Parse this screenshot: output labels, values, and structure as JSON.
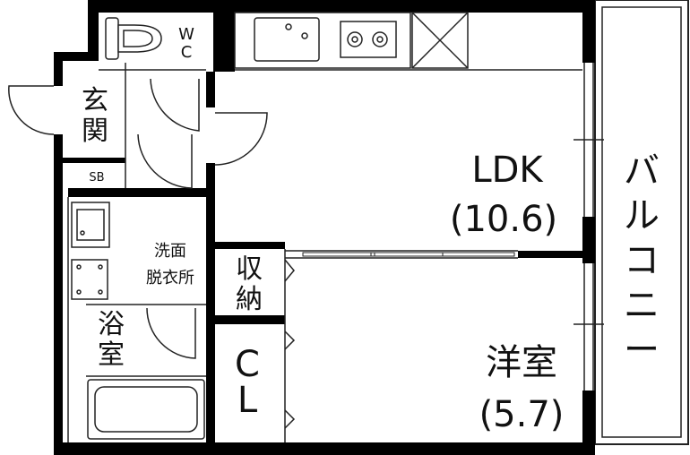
{
  "rooms": {
    "ldk_name": "LDK",
    "ldk_size": "(10.6)",
    "western_name": "洋室",
    "western_size": "(5.7)",
    "balcony": [
      "バ",
      "ル",
      "コ",
      "ニ",
      "ー"
    ],
    "entrance": [
      "玄",
      "関"
    ],
    "shoe_box": "SB",
    "wc": [
      "W",
      "C"
    ],
    "washroom": [
      "洗面",
      "脱衣所"
    ],
    "bath": [
      "浴",
      "室"
    ],
    "storage": [
      "収",
      "納"
    ],
    "closet": [
      "C",
      "L"
    ]
  },
  "colors": {
    "wall": "#000000",
    "line": "#222222",
    "fixture_fill": "#ffffff",
    "background": "#ffffff"
  }
}
